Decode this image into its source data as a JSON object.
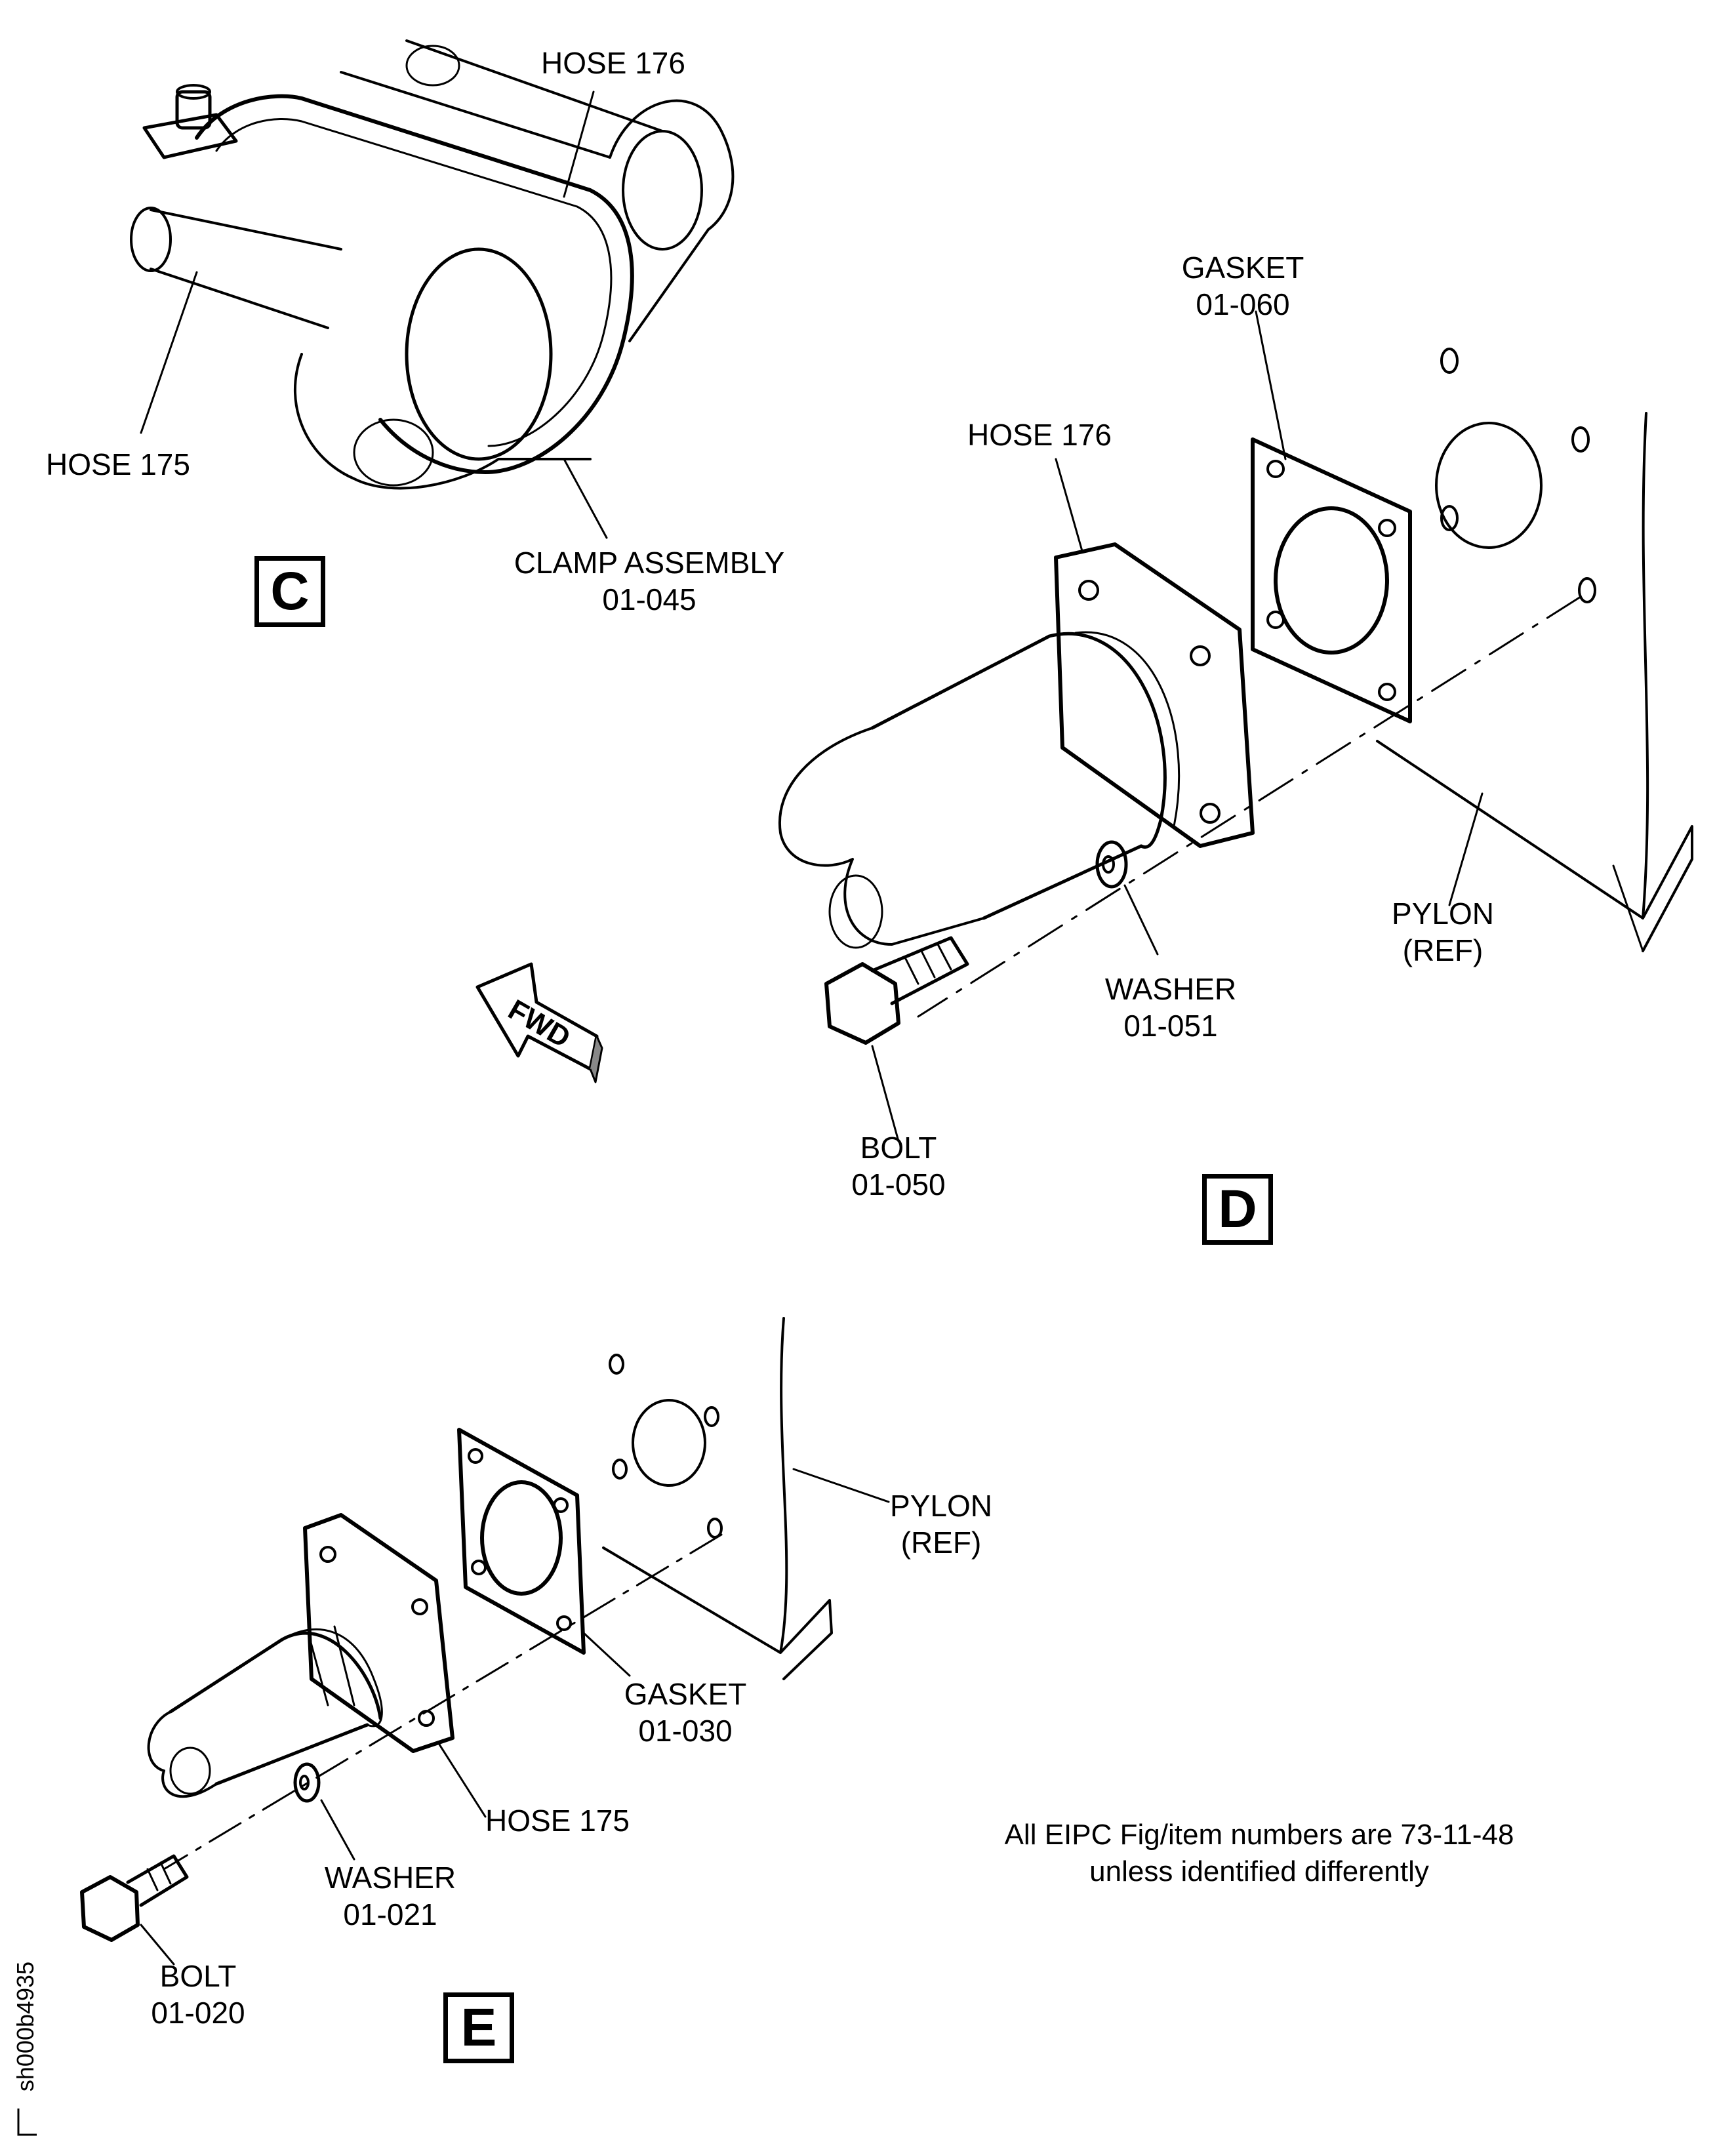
{
  "views": {
    "c": {
      "view_label": "C",
      "hose_176": "HOSE 176",
      "hose_175": "HOSE 175",
      "clamp_name": "CLAMP ASSEMBLY",
      "clamp_number": "01-045"
    },
    "d": {
      "view_label": "D",
      "hose_176": "HOSE 176",
      "gasket_name": "GASKET",
      "gasket_number": "01-060",
      "pylon_name": "PYLON",
      "pylon_ref": "(REF)",
      "washer_name": "WASHER",
      "washer_number": "01-051",
      "bolt_name": "BOLT",
      "bolt_number": "01-050"
    },
    "e": {
      "view_label": "E",
      "pylon_name": "PYLON",
      "pylon_ref": "(REF)",
      "gasket_name": "GASKET",
      "gasket_number": "01-030",
      "hose_175": "HOSE 175",
      "washer_name": "WASHER",
      "washer_number": "01-021",
      "bolt_name": "BOLT",
      "bolt_number": "01-020"
    }
  },
  "fwd_arrow": "FWD",
  "note": {
    "line1": "All EIPC Fig/item numbers are 73-11-48",
    "line2": "unless identified differently"
  },
  "sheet_id": "sh000b4935"
}
